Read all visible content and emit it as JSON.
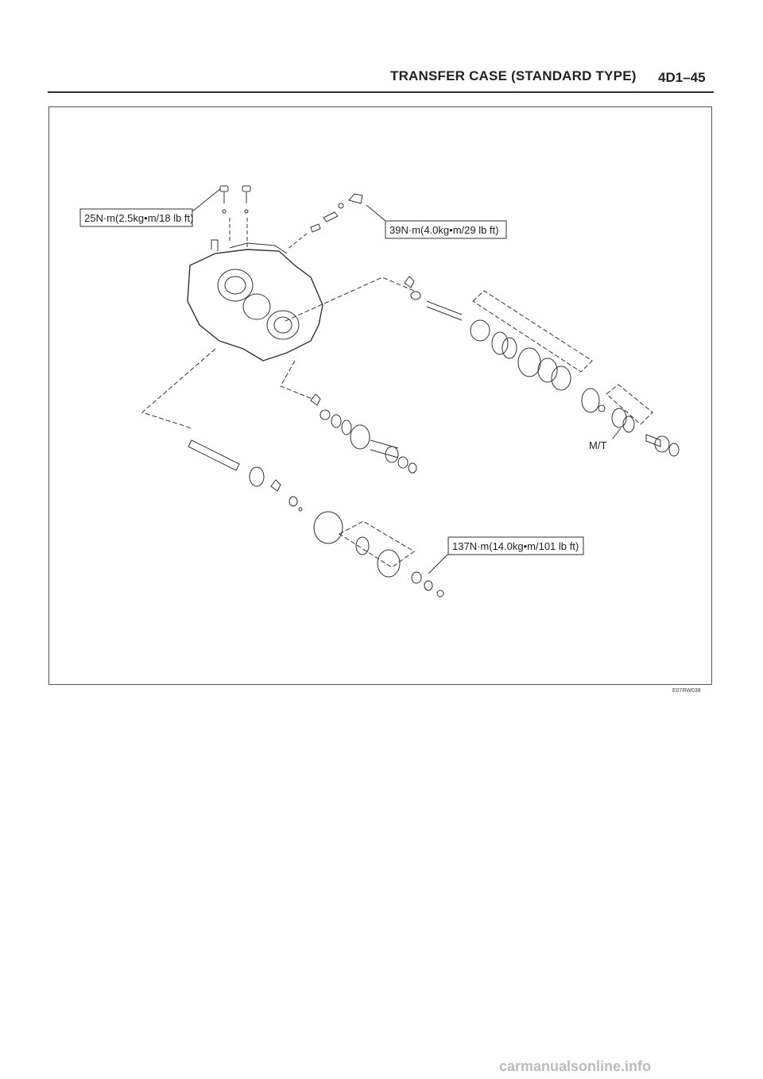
{
  "header": {
    "title": "TRANSFER CASE (STANDARD TYPE)",
    "page": "4D1–45"
  },
  "figure": {
    "torque_labels": [
      "25N·m(2.5kg•m/18 lb ft)",
      "39N·m(4.0kg•m/29 lb ft)",
      "137N·m(14.0kg•m/101 lb ft)"
    ],
    "variant_label": "M/T",
    "figure_id": "E07RW038"
  },
  "watermark": "carmanualsonline.info"
}
